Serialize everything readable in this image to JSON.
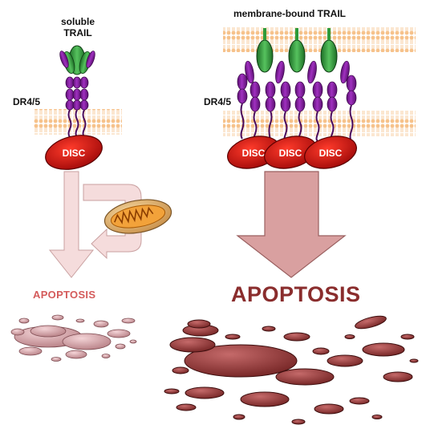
{
  "labels": {
    "soluble_line1": "soluble",
    "soluble_line2": "TRAIL",
    "membrane_bound": "membrane-bound TRAIL",
    "receptor_left": "DR4/5",
    "receptor_right": "DR4/5",
    "disc": "DISC",
    "apoptosis_small": "APOPTOSIS",
    "apoptosis_large": "APOPTOSIS"
  },
  "colors": {
    "membrane": "#f4b777",
    "receptor": "#8b1aa6",
    "ligand": "#2f9b3a",
    "disc": "#c81212",
    "arrow_weak": "#f5dcdc",
    "arrow_strong": "#d9a0a0",
    "mitochondrion_outer": "#e7bd7a",
    "mitochondrion_inner": "#e07b0c",
    "debris_weak": "#d9a3a8",
    "debris_strong": "#9f3b3b",
    "apoptosis_small_text": "#d45b5b",
    "apoptosis_large_text": "#8a2d2d"
  }
}
